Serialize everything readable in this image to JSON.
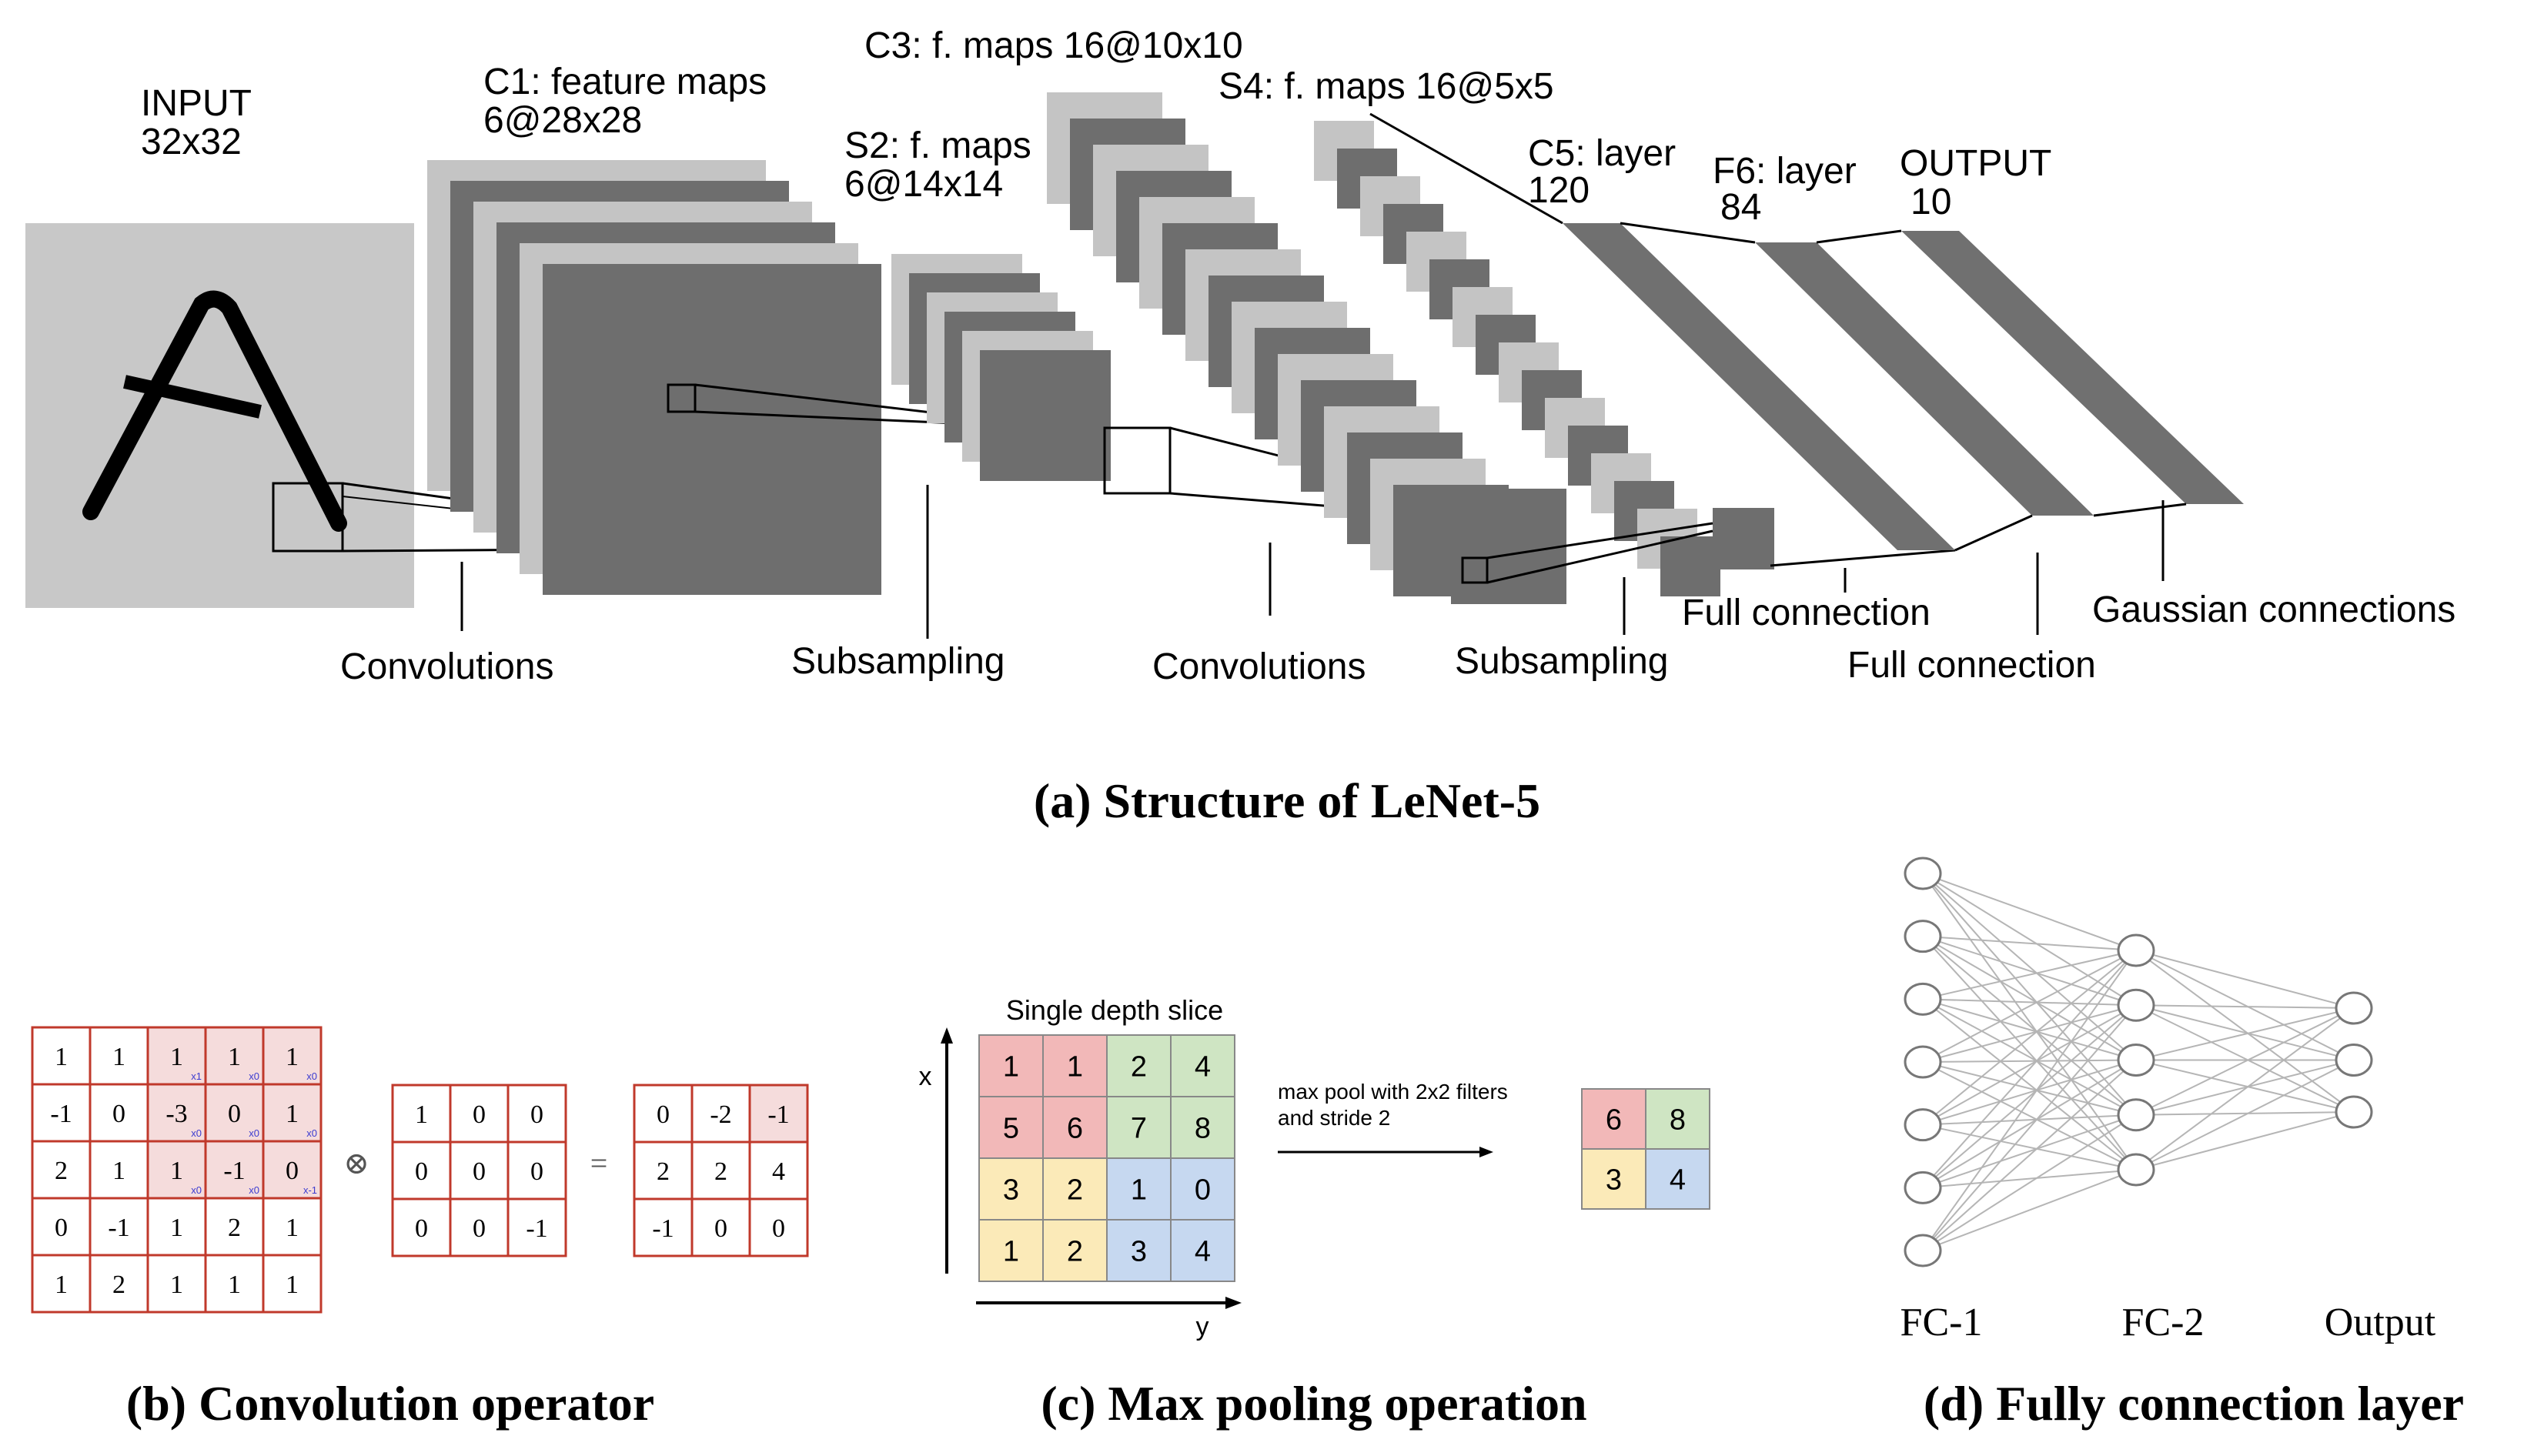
{
  "panel_a": {
    "caption": "(a) Structure of LeNet-5",
    "layers": {
      "input_title": "INPUT",
      "input_size": "32x32",
      "c1_title": "C1: feature maps",
      "c1_size": "6@28x28",
      "s2_title": "S2: f. maps",
      "s2_size": "6@14x14",
      "c3_title": "C3: f. maps 16@10x10",
      "s4_title": "S4: f. maps 16@5x5",
      "c5_title": "C5: layer",
      "c5_size": "120",
      "f6_title": "F6: layer",
      "f6_size": "84",
      "output_title": "OUTPUT",
      "output_size": "10"
    },
    "operations": [
      "Convolutions",
      "Subsampling",
      "Convolutions",
      "Subsampling",
      "Full connection",
      "Full connection",
      "Gaussian connections"
    ],
    "colors": {
      "dark_map": "#6e6e6e",
      "light_map": "#c4c4c4",
      "input_bg": "#c8c8c8"
    }
  },
  "panel_b": {
    "caption": "(b) Convolution operator",
    "input_matrix": [
      [
        1,
        1,
        1,
        1,
        1
      ],
      [
        -1,
        0,
        -3,
        0,
        1
      ],
      [
        2,
        1,
        1,
        -1,
        0
      ],
      [
        0,
        -1,
        1,
        2,
        1
      ],
      [
        1,
        2,
        1,
        1,
        1
      ]
    ],
    "kernel": [
      [
        1,
        0,
        0
      ],
      [
        0,
        0,
        0
      ],
      [
        0,
        0,
        -1
      ]
    ],
    "output_matrix": [
      [
        0,
        -2,
        -1
      ],
      [
        2,
        2,
        4
      ],
      [
        -1,
        0,
        0
      ]
    ],
    "kernel_overlay": [
      [
        "x1",
        "x0",
        "x0"
      ],
      [
        "x0",
        "x0",
        "x0"
      ],
      [
        "x0",
        "x0",
        "x-1"
      ]
    ],
    "operator_symbol": "⊗",
    "equals_symbol": "=",
    "colors": {
      "grid": "#c0392b",
      "highlight": "#f5dcdc"
    }
  },
  "panel_c": {
    "caption": "(c) Max pooling operation",
    "title": "Single depth slice",
    "x_axis": "x",
    "y_axis": "y",
    "input_grid": [
      [
        1,
        1,
        2,
        4
      ],
      [
        5,
        6,
        7,
        8
      ],
      [
        3,
        2,
        1,
        0
      ],
      [
        1,
        2,
        3,
        4
      ]
    ],
    "annotation_line1": "max pool with 2x2 filters",
    "annotation_line2": "and stride 2",
    "output_grid": [
      [
        6,
        8
      ],
      [
        3,
        4
      ]
    ],
    "colors": {
      "red": "#f2b8b8",
      "green": "#cfe5c3",
      "yellow": "#fbeab8",
      "blue": "#c6d8f0"
    }
  },
  "panel_d": {
    "caption": "(d) Fully connection layer",
    "layer_labels": [
      "FC-1",
      "FC-2",
      "Output"
    ],
    "layer_sizes": [
      7,
      5,
      3
    ]
  }
}
